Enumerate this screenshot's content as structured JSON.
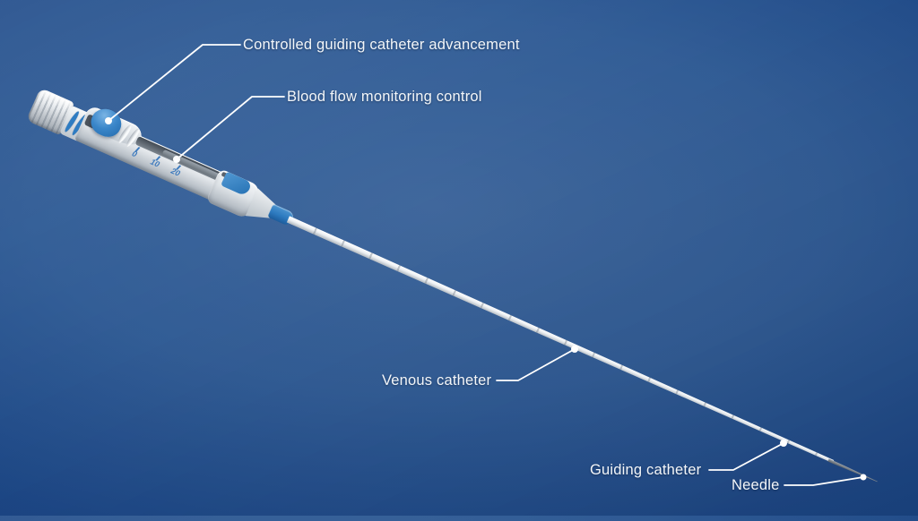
{
  "figure": {
    "type": "labeled-diagram",
    "subject": "Venous catheter insertion device"
  },
  "background": {
    "center_color": "#41699e",
    "edge_color": "#153e7d"
  },
  "device": {
    "body_color": "#e2e6ea",
    "accent_color": "#2e7cc2",
    "scale_text_color": "#3d7abd",
    "scale_marks": [
      {
        "value": "0"
      },
      {
        "value": "10"
      },
      {
        "value": "20"
      }
    ]
  },
  "labels": [
    {
      "id": "controlled-advancement",
      "text": "Controlled guiding catheter advancement"
    },
    {
      "id": "blood-flow-control",
      "text": "Blood flow monitoring control"
    },
    {
      "id": "venous-catheter",
      "text": "Venous catheter"
    },
    {
      "id": "guiding-catheter",
      "text": "Guiding catheter"
    },
    {
      "id": "needle",
      "text": "Needle"
    }
  ]
}
